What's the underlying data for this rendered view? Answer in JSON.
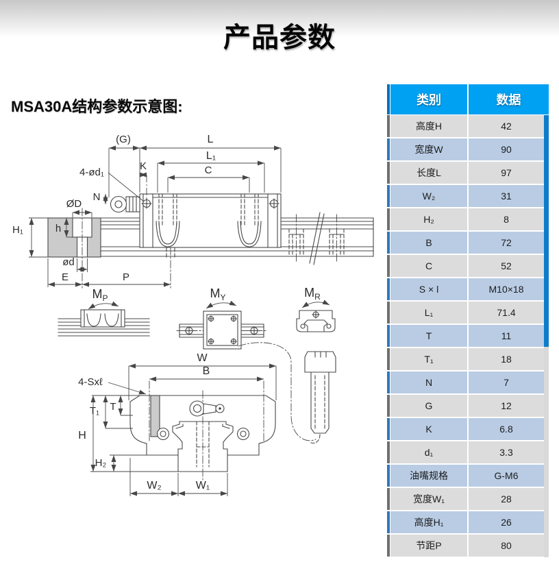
{
  "page": {
    "title": "产品参数",
    "subtitle": "MSA30A结构参数示意图:"
  },
  "table": {
    "headers": {
      "category": "类别",
      "data": "数据"
    },
    "rows": [
      {
        "label": "高度H",
        "value": "42"
      },
      {
        "label": "宽度W",
        "value": "90"
      },
      {
        "label": "长度L",
        "value": "97"
      },
      {
        "label": "W₂",
        "value": "31"
      },
      {
        "label": "H₂",
        "value": "8"
      },
      {
        "label": "B",
        "value": "72"
      },
      {
        "label": "C",
        "value": "52"
      },
      {
        "label": "S × l",
        "value": "M10×18"
      },
      {
        "label": "L₁",
        "value": "71.4"
      },
      {
        "label": "T",
        "value": "11"
      },
      {
        "label": "T₁",
        "value": "18"
      },
      {
        "label": "N",
        "value": "7"
      },
      {
        "label": "G",
        "value": "12"
      },
      {
        "label": "K",
        "value": "6.8"
      },
      {
        "label": "d₁",
        "value": "3.3"
      },
      {
        "label": "油嘴规格",
        "value": "G-M6"
      },
      {
        "label": "宽度W₁",
        "value": "28"
      },
      {
        "label": "高度H₁",
        "value": "26"
      },
      {
        "label": "节距P",
        "value": "80"
      }
    ]
  },
  "drawing": {
    "g": "(G)",
    "l": "L",
    "l1": "L₁",
    "k": "K",
    "c": "C",
    "holes4": "4-ød₁",
    "od_big": "ØD",
    "n": "N",
    "h": "h",
    "h1": "H₁",
    "od_small": "ød",
    "e": "E",
    "p": "P",
    "w": "W",
    "b": "B",
    "sxl": "4-Sxℓ",
    "t": "T",
    "t1": "T₁",
    "hh": "H",
    "h2": "H₂",
    "w2": "W₂",
    "w1": "W₁",
    "mp": {
      "base": "M",
      "sub": "P"
    },
    "my": {
      "base": "M",
      "sub": "Y"
    },
    "mr": {
      "base": "M",
      "sub": "R"
    }
  },
  "colors": {
    "header_blue": "#00a0f2",
    "header_accent": "#0a6db6",
    "row_gray": "#dcdcdc",
    "row_blue": "#b9cce4",
    "accent_gray": "#6f6f6f",
    "accent_blue": "#2f77bd",
    "scrollbar_thumb": "#0e7cc9",
    "scrollbar_track": "#d9d9d9",
    "drawing_line": "#474747",
    "drawing_fill": "#cbcbcb"
  }
}
